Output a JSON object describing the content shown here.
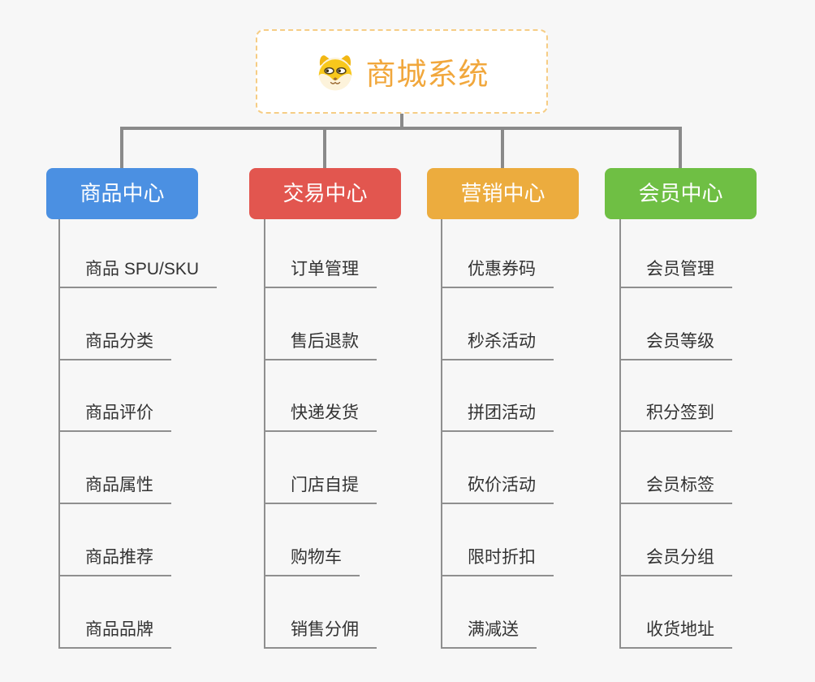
{
  "root": {
    "title": "商城系统",
    "icon": "dog-face-icon",
    "title_color": "#f1a73c",
    "border_color": "#f6cd85"
  },
  "line_color": "#8a8a8a",
  "background_color": "#f7f7f7",
  "item_text_color": "#333333",
  "branches": [
    {
      "label": "商品中心",
      "color": "#4b90e2",
      "items": [
        "商品 SPU/SKU",
        "商品分类",
        "商品评价",
        "商品属性",
        "商品推荐",
        "商品品牌"
      ]
    },
    {
      "label": "交易中心",
      "color": "#e2564f",
      "items": [
        "订单管理",
        "售后退款",
        "快递发货",
        "门店自提",
        "购物车",
        "销售分佣"
      ]
    },
    {
      "label": "营销中心",
      "color": "#ecac3e",
      "items": [
        "优惠券码",
        "秒杀活动",
        "拼团活动",
        "砍价活动",
        "限时折扣",
        "满减送"
      ]
    },
    {
      "label": "会员中心",
      "color": "#6fbf44",
      "items": [
        "会员管理",
        "会员等级",
        "积分签到",
        "会员标签",
        "会员分组",
        "收货地址"
      ]
    }
  ]
}
